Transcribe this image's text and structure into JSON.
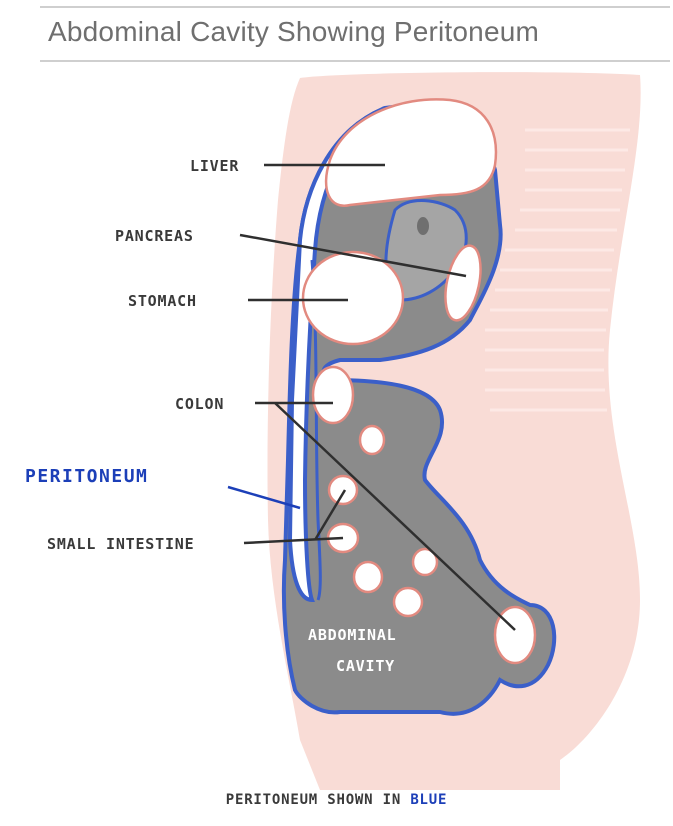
{
  "title": "Abdominal Cavity Showing Peritoneum",
  "labels": {
    "liver": "LIVER",
    "pancreas": "PANCREAS",
    "stomach": "STOMACH",
    "colon": "COLON",
    "peritoneum": "PERITONEUM",
    "small_intestine": "SMALL INTESTINE",
    "abdominal": "ABDOMINAL",
    "cavity": "CAVITY"
  },
  "caption": {
    "prefix": "PERITONEUM SHOWN IN",
    "highlight": "BLUE"
  },
  "colors": {
    "body": "#f9dcd6",
    "peritoneum": "#3b5fc9",
    "cavity": "#8a8a8a",
    "organ_outline": "#e28a80",
    "label_blue": "#1c3fb8"
  }
}
